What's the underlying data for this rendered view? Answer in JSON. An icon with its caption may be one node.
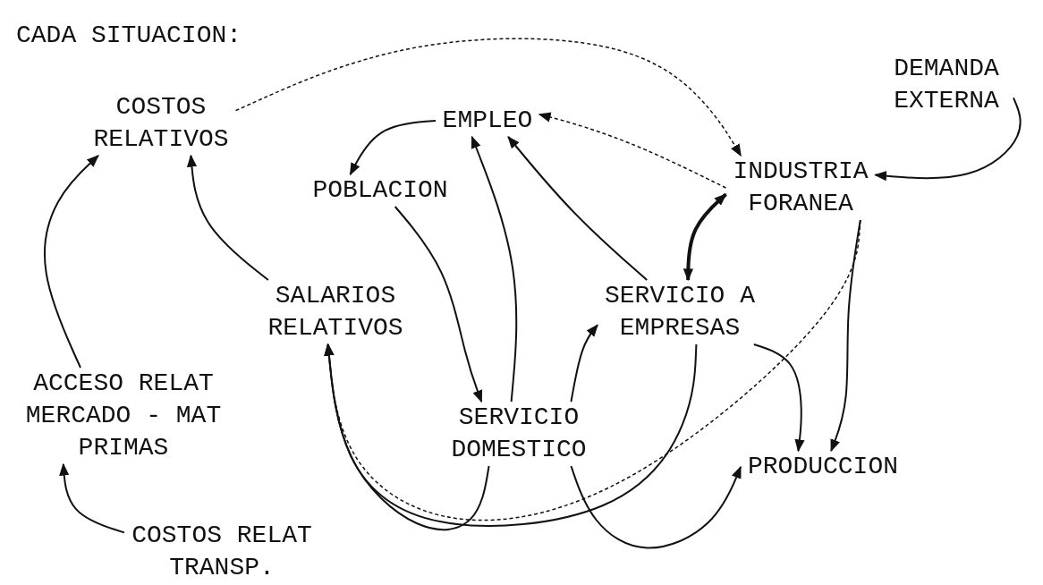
{
  "diagram": {
    "title": "CADA SITUACION:",
    "nodes": [
      {
        "text": [
          "COSTOS RELATIVOS"
        ]
      },
      {
        "text": [
          "EMPLEO"
        ]
      },
      {
        "text": [
          "POBLACION"
        ]
      },
      {
        "text": [
          "SALARIOS RELATIVOS"
        ]
      },
      {
        "text": [
          "SERVICIO DOMESTICO"
        ]
      },
      {
        "text": [
          "SERVICIO A EMPRESAS"
        ]
      },
      {
        "text": [
          "INDUSTRIA FORANEA"
        ]
      },
      {
        "text": [
          "DEMANDA EXTERNA"
        ]
      },
      {
        "text": [
          "ACCESO RELAT MERCADO - MAT PRIMAS"
        ]
      },
      {
        "text": [
          "COSTOS RELAT TRANSP."
        ]
      },
      {
        "text": [
          "PRODUCCION"
        ]
      }
    ],
    "edges": [
      {
        "from": 0,
        "to": 6,
        "arrow": "to",
        "style": "dashed"
      },
      {
        "from": 1,
        "to": 2,
        "arrow": "to"
      },
      {
        "from": 7,
        "to": 6,
        "arrow": "to"
      },
      {
        "from": 6,
        "to": 1,
        "arrow": "to",
        "style": "dashed"
      },
      {
        "from": 5,
        "to": 1,
        "arrow": "to"
      },
      {
        "from": 4,
        "to": 1,
        "arrow": "to"
      },
      {
        "from": 5,
        "to": 6,
        "arrow": "both",
        "style": "thick"
      },
      {
        "from": 2,
        "to": 4,
        "arrow": "to"
      },
      {
        "from": 3,
        "to": 0,
        "arrow": "to"
      },
      {
        "from": 8,
        "to": 0,
        "arrow": "to"
      },
      {
        "from": 9,
        "to": 8,
        "arrow": "to"
      },
      {
        "from": 4,
        "to": 5,
        "arrow": "to"
      },
      {
        "from": 4,
        "to": 3,
        "arrow": "to"
      },
      {
        "from": 6,
        "to": 3,
        "arrow": "to",
        "style": "dashed"
      },
      {
        "from": 5,
        "to": 3,
        "arrow": "to"
      },
      {
        "from": 5,
        "to": 10,
        "arrow": "to"
      },
      {
        "from": 6,
        "to": 10,
        "arrow": "to"
      },
      {
        "from": 4,
        "to": 10,
        "arrow": "to"
      }
    ]
  }
}
